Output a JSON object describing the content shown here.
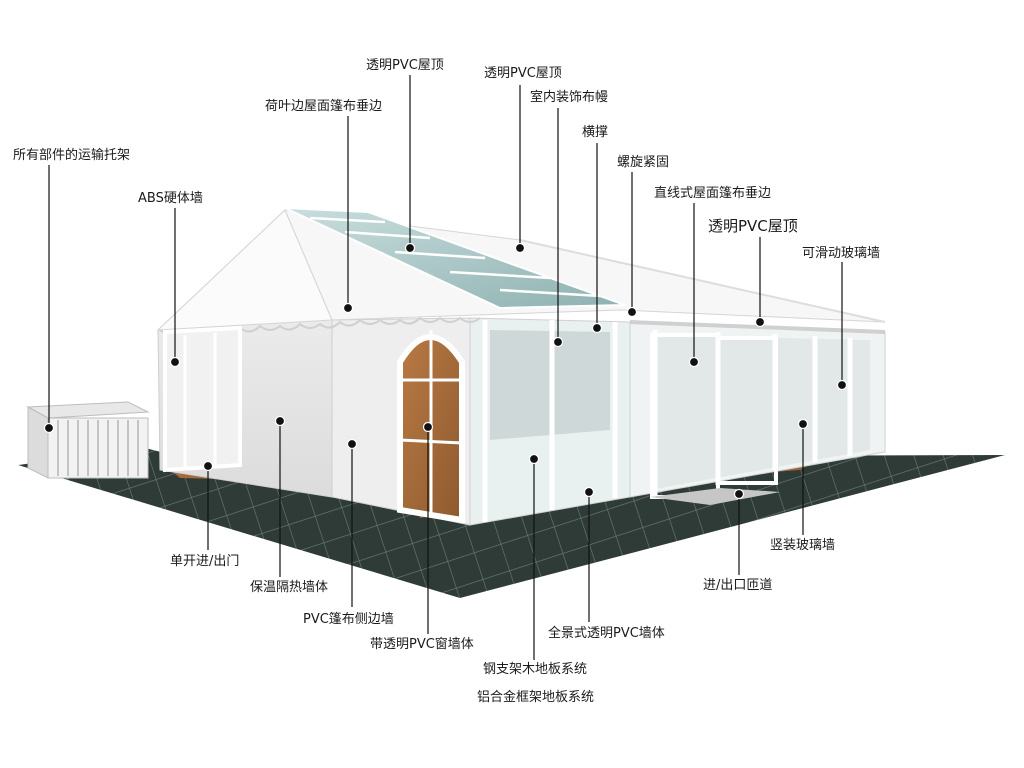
{
  "labels": {
    "pvc_roof_1": "透明PVC屋顶",
    "pvc_roof_2": "透明PVC屋顶",
    "pvc_roof_3": "透明PVC屋顶",
    "lotus_valance": "荷叶边屋面篷布垂边",
    "interior_curtain": "室内装饰布幔",
    "crossbar": "横撑",
    "screw_tighten": "螺旋紧固",
    "straight_valance": "直线式屋面篷布垂边",
    "sliding_glass_wall": "可滑动玻璃墙",
    "transport_rack": "所有部件的运输托架",
    "abs_wall": "ABS硬体墙",
    "single_door": "单开进/出门",
    "insulated_wall": "保温隔热墙体",
    "pvc_side_wall": "PVC篷布侧边墙",
    "pvc_window_wall": "带透明PVC窗墙体",
    "panoramic_wall": "全景式透明PVC墙体",
    "steel_floor": "钢支架木地板系统",
    "aluminum_floor": "铝合金框架地板系统",
    "entrance_ramp": "进/出口匝道",
    "vertical_glass_wall": "竖装玻璃墙"
  }
}
